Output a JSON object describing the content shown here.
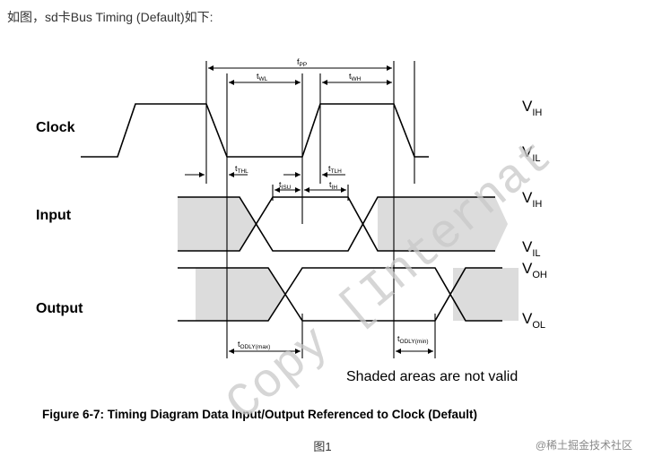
{
  "intro_text": "如图，sd卡Bus Timing (Default)如下:",
  "caption_text": "图1",
  "credit_text": "@稀土掘金技术社区",
  "watermark_text": "Copy [Internat",
  "signals": {
    "clock": "Clock",
    "input": "Input",
    "output": "Output"
  },
  "levels": {
    "clock_high": {
      "main": "V",
      "sub": "IH"
    },
    "clock_low": {
      "main": "V",
      "sub": "IL"
    },
    "input_high": {
      "main": "V",
      "sub": "IH"
    },
    "input_low": {
      "main": "V",
      "sub": "IL"
    },
    "output_high": {
      "main": "V",
      "sub": "OH"
    },
    "output_low": {
      "main": "V",
      "sub": "OL"
    }
  },
  "timings": {
    "fpp": {
      "main": "f",
      "sub": "PP"
    },
    "twl": {
      "main": "t",
      "sub": "WL"
    },
    "twh": {
      "main": "t",
      "sub": "WH"
    },
    "tthl": {
      "main": "t",
      "sub": "THL"
    },
    "ttlh": {
      "main": "t",
      "sub": "TLH"
    },
    "tisu": {
      "main": "t",
      "sub": "ISU"
    },
    "tih": {
      "main": "t",
      "sub": "IH"
    },
    "todly_max": {
      "main": "t",
      "sub": "ODLY(max)"
    },
    "todly_min": {
      "main": "t",
      "sub": "ODLY(min)"
    }
  },
  "note_text": "Shaded areas are not valid",
  "figure_title": "Figure 6-7: Timing Diagram Data Input/Output Referenced to Clock (Default)",
  "colors": {
    "shade": "#dcdcdc",
    "line": "#000000",
    "watermark": "#c9c9c9"
  }
}
